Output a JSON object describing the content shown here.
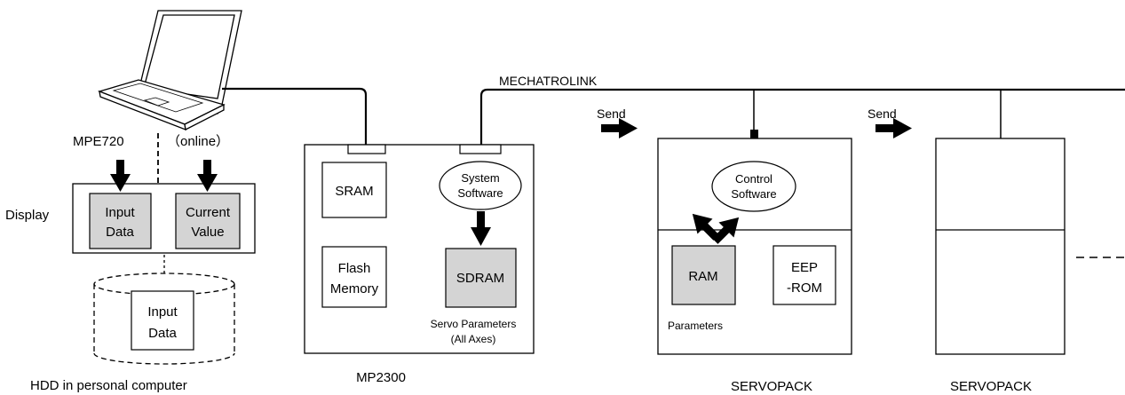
{
  "labels": {
    "mechatrolink": "MECHATROLINK",
    "mpe720": "MPE720",
    "online": "（online）",
    "display": "Display",
    "input_data_1": "Input",
    "input_data_2": "Data",
    "current_value_1": "Current",
    "current_value_2": "Value",
    "hdd_input_1": "Input",
    "hdd_input_2": "Data",
    "hdd_caption": "HDD in personal computer",
    "mp2300_caption": "MP2300",
    "sram": "SRAM",
    "flash_1": "Flash",
    "flash_2": "Memory",
    "system_sw_1": "System",
    "system_sw_2": "Software",
    "sdram": "SDRAM",
    "servo_params_1": "Servo Parameters",
    "servo_params_2": "(All Axes)",
    "send_1": "Send",
    "send_2": "Send",
    "control_sw_1": "Control",
    "control_sw_2": "Software",
    "ram": "RAM",
    "eeprom_1": "EEP",
    "eeprom_2": "-ROM",
    "parameters": "Parameters",
    "servopack_1": "SERVOPACK",
    "servopack_2": "SERVOPACK"
  },
  "colors": {
    "line": "#000000",
    "shaded_box": "#d4d4d4",
    "background": "#ffffff"
  }
}
